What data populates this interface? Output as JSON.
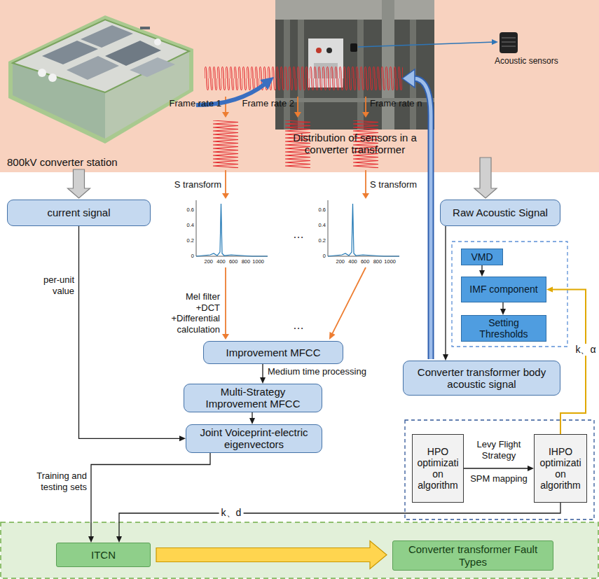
{
  "diagram": {
    "nodes": [
      {
        "text": [
          "800kV converter station"
        ]
      },
      {
        "text": [
          "Distribution of sensors in a converter transformer"
        ]
      },
      {
        "text": [
          "current signal"
        ]
      },
      {
        "text": [
          "Raw Acoustic Signal"
        ]
      },
      {
        "text": [
          "VMD"
        ]
      },
      {
        "text": [
          "IMF component"
        ]
      },
      {
        "text": [
          "Setting Thresholds"
        ]
      },
      {
        "text": [
          "Converter transformer body acoustic signal"
        ]
      },
      {
        "text": [
          "Improvement MFCC"
        ]
      },
      {
        "text": [
          "Multi-Strategy Improvement MFCC"
        ]
      },
      {
        "text": [
          "Joint Voiceprint-electric eigenvectors"
        ]
      },
      {
        "text": [
          "HPO optimization algorithm"
        ]
      },
      {
        "text": [
          "IHPO optimization algorithm"
        ]
      },
      {
        "text": [
          "ITCN"
        ]
      },
      {
        "text": [
          "Converter transformer Fault Types"
        ]
      }
    ],
    "edges": [
      {
        "from": 0,
        "to": 1,
        "arrow": "to"
      },
      {
        "from": 0,
        "to": 2,
        "arrow": "to"
      },
      {
        "from": 1,
        "to": 3,
        "arrow": "to"
      },
      {
        "from": 3,
        "to": 7,
        "arrow": "to"
      },
      {
        "from": 4,
        "to": 5,
        "arrow": "to"
      },
      {
        "from": 5,
        "to": 6,
        "arrow": "to"
      },
      {
        "from": 8,
        "to": 9,
        "arrow": "to",
        "label": "Medium time processing"
      },
      {
        "from": 9,
        "to": 10,
        "arrow": "to"
      },
      {
        "from": 2,
        "to": 10,
        "arrow": "to",
        "label": "per-unit value"
      },
      {
        "from": 10,
        "to": 13,
        "arrow": "to",
        "label": "Training and testing sets"
      },
      {
        "from": 12,
        "to": 13,
        "arrow": "to",
        "label": "k、d"
      },
      {
        "from": 12,
        "to": 5,
        "arrow": "to",
        "label": "k、α"
      },
      {
        "from": 11,
        "to": 12,
        "arrow": "to",
        "label": "Levy Flight Strategy"
      },
      {
        "from": 13,
        "to": 14,
        "arrow": "to"
      }
    ],
    "labels": [
      "Acoustic sensors",
      "Frame rate 1",
      "Frame rate 2",
      "Frame rate n",
      "…",
      "S transform",
      "S transform",
      "0.6",
      "0.4",
      "0.2",
      "0",
      "200",
      "400",
      "600",
      "800",
      "1000",
      "…",
      "0.6",
      "0.4",
      "0.2",
      "0",
      "200",
      "400",
      "600",
      "800",
      "1000",
      "Mel filter +DCT +Differential calculation",
      "…",
      "SPM mapping"
    ]
  }
}
